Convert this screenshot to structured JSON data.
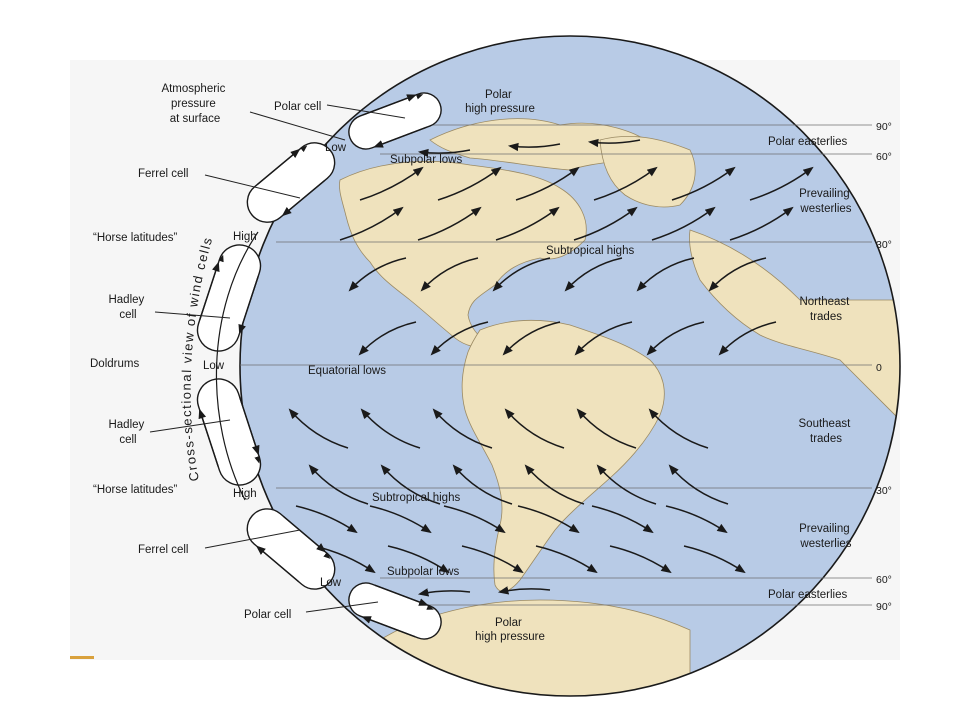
{
  "diagram": {
    "cross_section_title": "Cross-sectional view of wind cells",
    "cells_left": [
      {
        "label": "Polar cell"
      },
      {
        "label": "Ferrel cell"
      },
      {
        "label": "Hadley\ncell"
      },
      {
        "label": "Hadley\ncell"
      },
      {
        "label": "Ferrel cell"
      },
      {
        "label": "Polar cell"
      }
    ],
    "left_labels": {
      "atmospheric": "Atmospheric\npressure\nat surface",
      "horse_top": "“Horse latitudes”",
      "doldrums": "Doldrums",
      "horse_bottom": "“Horse latitudes”"
    },
    "pressure_marks": [
      "Low",
      "High",
      "Low",
      "High",
      "Low"
    ],
    "globe_labels": {
      "polar_high_top": "Polar\nhigh pressure",
      "subpolar_top": "Subpolar lows",
      "subtropical_top": "Subtropical highs",
      "equatorial": "Equatorial    lows",
      "subtropical_bottom": "Subtropical highs",
      "subpolar_bottom": "Subpolar lows",
      "polar_high_bottom": "Polar\nhigh pressure"
    },
    "latitudes": [
      {
        "deg": "90°"
      },
      {
        "deg": "60°"
      },
      {
        "deg": "30°"
      },
      {
        "deg": "0"
      },
      {
        "deg": "30°"
      },
      {
        "deg": "60°"
      },
      {
        "deg": "90°"
      }
    ],
    "wind_belts": [
      {
        "label": "Polar easterlies"
      },
      {
        "label": "Prevailing\nwesterlies"
      },
      {
        "label": "Northeast\ntrades"
      },
      {
        "label": "Southeast\ntrades"
      },
      {
        "label": "Prevailing\nwesterlies"
      },
      {
        "label": "Polar easterlies"
      }
    ],
    "colors": {
      "ocean": "#b8cbe6",
      "land": "#efe2bd",
      "lines": "#1a1a1a",
      "accent_bar": "#d9a13c"
    }
  }
}
